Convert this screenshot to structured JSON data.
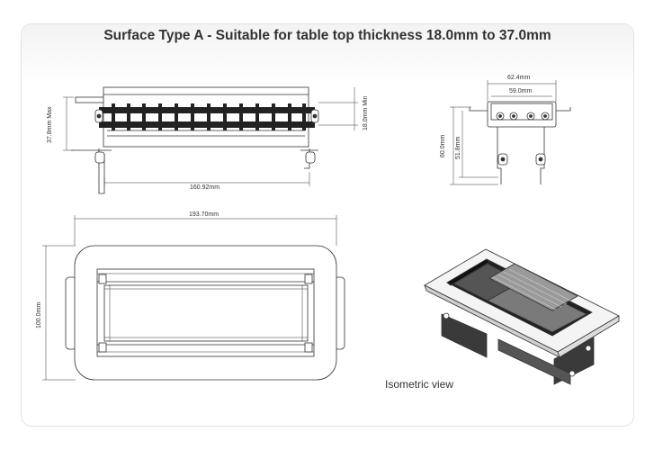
{
  "title": "Surface Type A - Suitable for table top thickness 18.0mm to 37.0mm",
  "dimensions": {
    "max_thickness": "37.8mm Max",
    "min_thickness": "18.0mm Min",
    "side_width": "160.92mm",
    "end_outer": "62.4mm",
    "end_inner": "59.0mm",
    "end_height_outer": "60.0mm",
    "end_height_inner": "51.8mm",
    "top_width": "193.70mm",
    "top_height": "100.0mm"
  },
  "iso_caption": "Isometric view"
}
